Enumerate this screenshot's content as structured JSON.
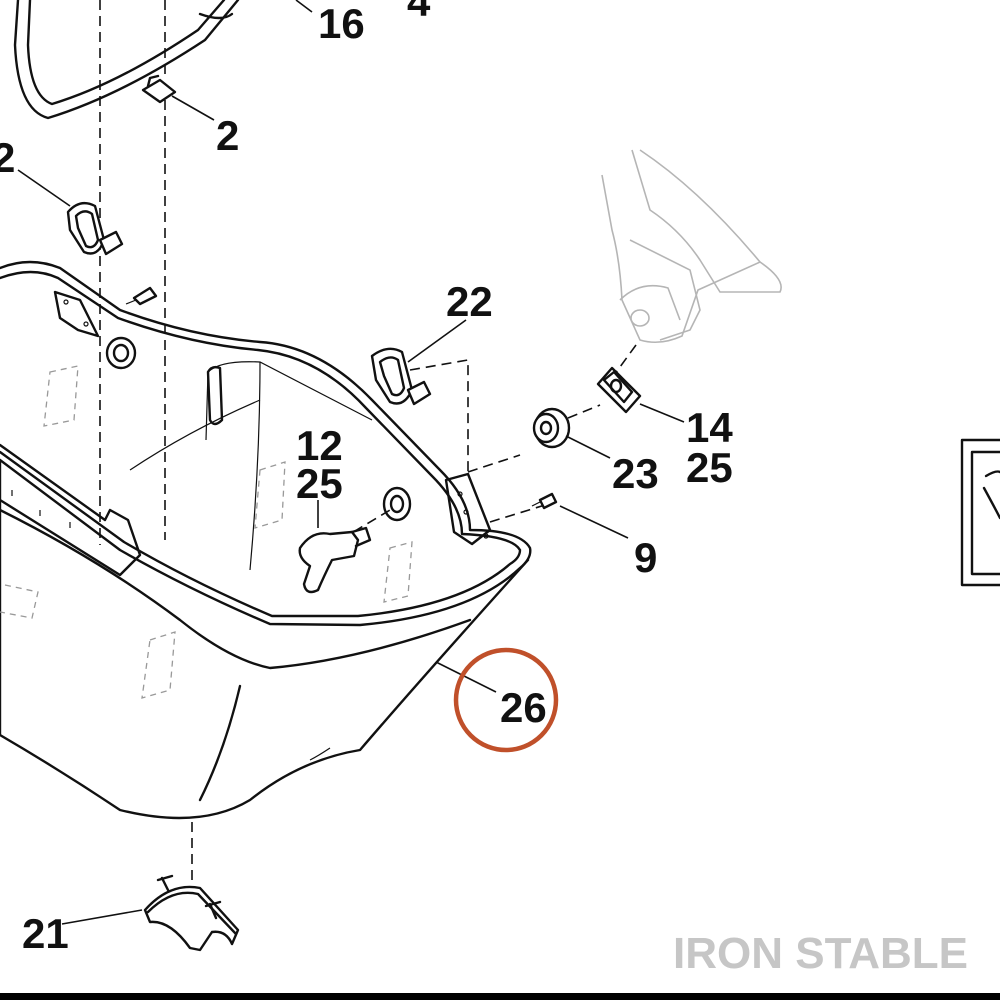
{
  "callouts": {
    "c16": "16",
    "c4": "4",
    "c2": "2",
    "c2_left": "2",
    "c22": "22",
    "c12": "12",
    "c25_mid": "25",
    "c14": "14",
    "c25_right": "25",
    "c23": "23",
    "c9": "9",
    "c26": "26",
    "c21": "21"
  },
  "highlight": {
    "part": "26",
    "color": "#c0502a"
  },
  "watermark": "IRON STABLE"
}
